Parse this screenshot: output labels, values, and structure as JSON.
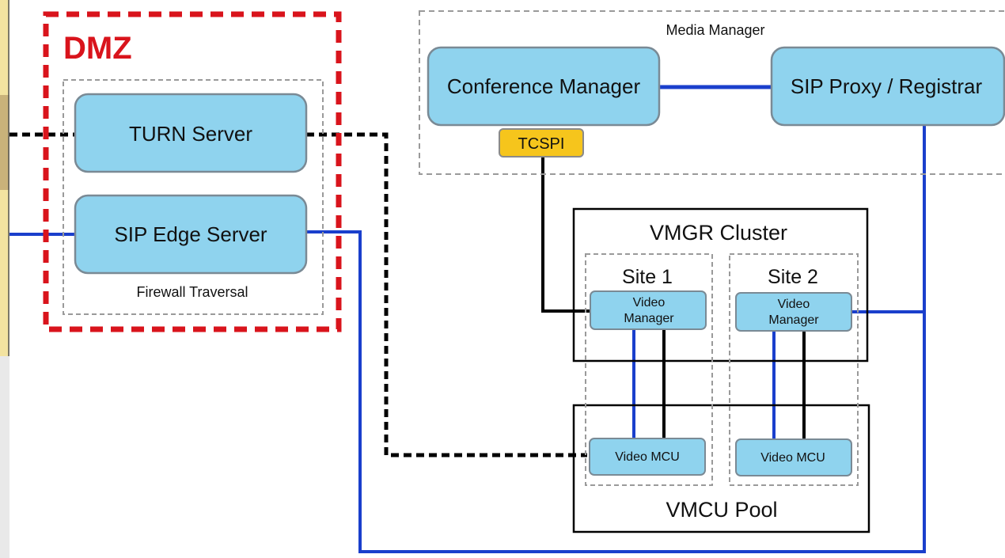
{
  "colors": {
    "dmz_red": "#d9141c",
    "box_fill": "#8fd3ee",
    "box_stroke": "#7a8a95",
    "tcspi_fill": "#f6c51c",
    "blue_link": "#1a3fcc",
    "black_link": "#000000",
    "gray_dash": "#9a9a9a"
  },
  "dmz": {
    "title": "DMZ",
    "turn_server": "TURN Server",
    "sip_edge_server": "SIP Edge Server",
    "firewall_label": "Firewall Traversal"
  },
  "media_manager": {
    "title": "Media Manager",
    "conference_manager": "Conference Manager",
    "sip_proxy": "SIP Proxy / Registrar",
    "tcspi": "TCSPI"
  },
  "vmgr_cluster": {
    "title": "VMGR Cluster",
    "site1": "Site 1",
    "site2": "Site 2",
    "video_manager_line1": "Video",
    "video_manager_line2": "Manager"
  },
  "vmcu_pool": {
    "title": "VMCU Pool",
    "video_mcu": "Video MCU"
  }
}
